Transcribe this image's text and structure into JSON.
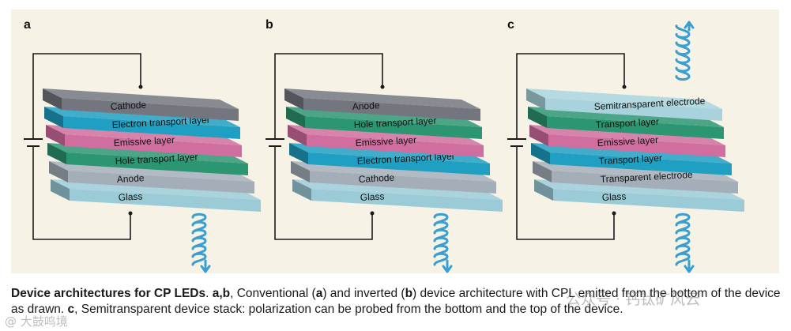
{
  "panels": [
    {
      "letter": "a",
      "layers": [
        {
          "label": "Cathode",
          "color": "#73767e"
        },
        {
          "label": "Electron transport layer",
          "color": "#1f9fc1"
        },
        {
          "label": "Emissive layer",
          "color": "#d06e9f"
        },
        {
          "label": "Hole transport layer",
          "color": "#2c9571"
        },
        {
          "label": "Anode",
          "color": "#a4aeb8"
        },
        {
          "label": "Glass",
          "color": "#9ccbd8"
        }
      ],
      "emission": [
        "bottom"
      ]
    },
    {
      "letter": "b",
      "layers": [
        {
          "label": "Anode",
          "color": "#73767e"
        },
        {
          "label": "Hole transport layer",
          "color": "#2c9571"
        },
        {
          "label": "Emissive layer",
          "color": "#d06e9f"
        },
        {
          "label": "Electron transport layer",
          "color": "#1f9fc1"
        },
        {
          "label": "Cathode",
          "color": "#a4aeb8"
        },
        {
          "label": "Glass",
          "color": "#9ccbd8"
        }
      ],
      "emission": [
        "bottom"
      ]
    },
    {
      "letter": "c",
      "layers": [
        {
          "label": "Semitransparent electrode",
          "color": "#a8d3dc"
        },
        {
          "label": "Transport layer",
          "color": "#2c9571"
        },
        {
          "label": "Emissive layer",
          "color": "#d06e9f"
        },
        {
          "label": "Transport layer",
          "color": "#1f9fc1"
        },
        {
          "label": "Transparent electrode",
          "color": "#a4aeb8"
        },
        {
          "label": "Glass",
          "color": "#9ccbd8"
        }
      ],
      "emission": [
        "top",
        "bottom"
      ]
    }
  ],
  "colors": {
    "background": "#f7f2e6",
    "wire": "#1a1a1a",
    "photon": "#3a9fd0"
  },
  "caption": {
    "title": "Device architectures for CP LEDs",
    "p1": ". ",
    "ab": "a",
    "comma": ",",
    "bb": "b",
    "p2": ", Conventional (",
    "a2": "a",
    "p3": ") and inverted (",
    "b2": "b",
    "p4": ") device architecture with CPL emitted from the bottom of the device as drawn. ",
    "c": "c",
    "p5": ", Semitransparent device stack: polarization can be probed from the bottom and the top of the device."
  },
  "watermarks": {
    "top": "公众号 · 钙钛矿风云",
    "bottom": "@ 大鼓鸣境"
  }
}
